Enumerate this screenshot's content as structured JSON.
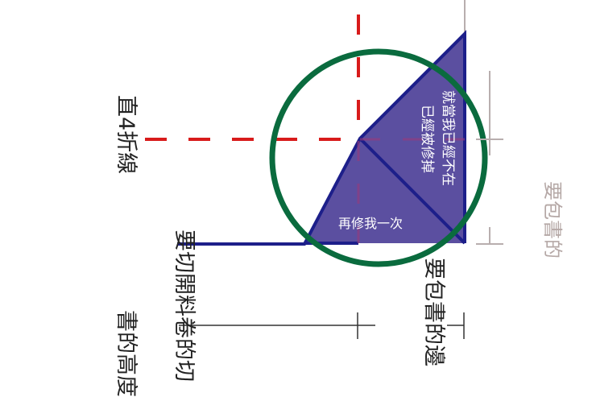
{
  "labels": {
    "fold_line": "直4折線",
    "cut_open": "要切開料卷的切",
    "book_height": "書的高度",
    "book_edge": "要包書的邊",
    "book_edge_faint": "要包書的",
    "triangle_top": "就當我已經不在",
    "triangle_top2": "已經被修掉",
    "triangle_bottom": "再修我一次"
  },
  "colors": {
    "circle": "#0a6b3e",
    "fold_dash": "#d81b1b",
    "triangle_fill": "#5b4fa0",
    "triangle_edge": "#1d1f8a",
    "dim_line": "#333333",
    "faint_dim": "#b8aeae",
    "text": "#222222",
    "faint_text": "#b5a8a6"
  }
}
